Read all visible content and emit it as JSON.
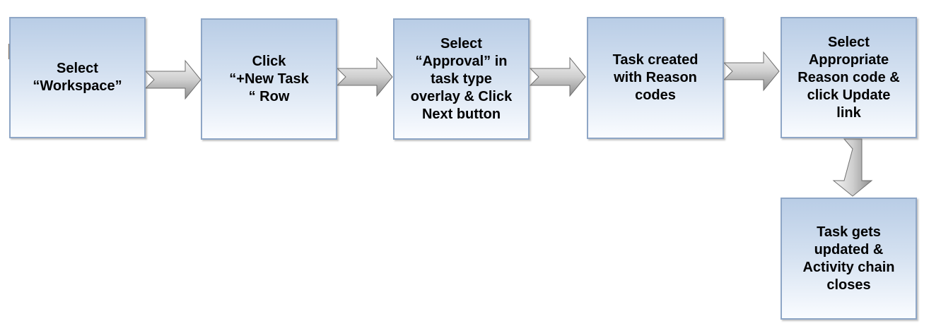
{
  "steps": [
    {
      "text": "Select\n“Workspace”"
    },
    {
      "text": "Click\n“+New Task\n“ Row"
    },
    {
      "text": "Select\n“Approval” in\ntask type\noverlay & Click\nNext button"
    },
    {
      "text": "Task created\nwith Reason\ncodes"
    },
    {
      "text": "Select\nAppropriate\nReason code &\nclick Update\nlink"
    },
    {
      "text": "Task gets\nupdated &\nActivity chain\ncloses"
    }
  ]
}
